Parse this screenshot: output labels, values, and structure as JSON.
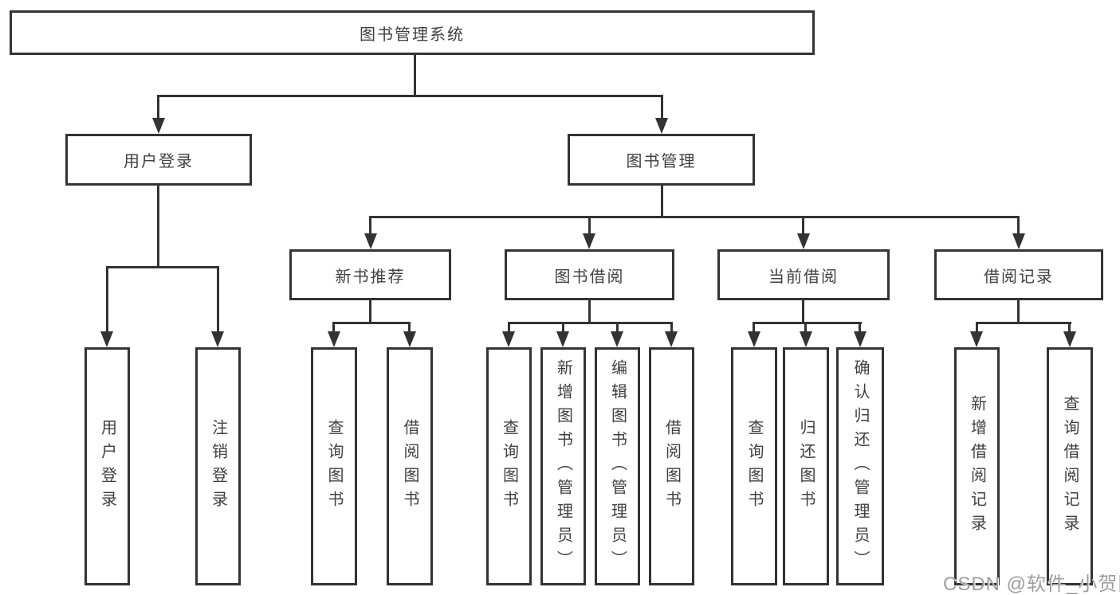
{
  "diagram": {
    "title": "图书管理系统",
    "branches": {
      "user_login": {
        "label": "用户登录",
        "children": {
          "login": "用户登录",
          "logout": "注销登录"
        }
      },
      "book_mgmt": {
        "label": "图书管理",
        "children": {
          "new_book_rec": {
            "label": "新书推荐",
            "children": {
              "query": "查询图书",
              "borrow": "借阅图书"
            }
          },
          "book_borrow": {
            "label": "图书借阅",
            "children": {
              "query": "查询图书",
              "add": "新增图书（管理员）",
              "edit": "编辑图书（管理员）",
              "borrow": "借阅图书"
            }
          },
          "current_borrow": {
            "label": "当前借阅",
            "children": {
              "query": "查询图书",
              "return": "归还图书",
              "confirm": "确认归还（管理员）"
            }
          },
          "borrow_records": {
            "label": "借阅记录",
            "children": {
              "add": "新增借阅记录",
              "query": "查询借阅记录"
            }
          }
        }
      }
    }
  },
  "watermark": "CSDN @软件_小贺同学",
  "colors": {
    "line": "#333333",
    "text": "#404040",
    "watermark_gray": "#9e9e9e",
    "background": "#ffffff"
  }
}
